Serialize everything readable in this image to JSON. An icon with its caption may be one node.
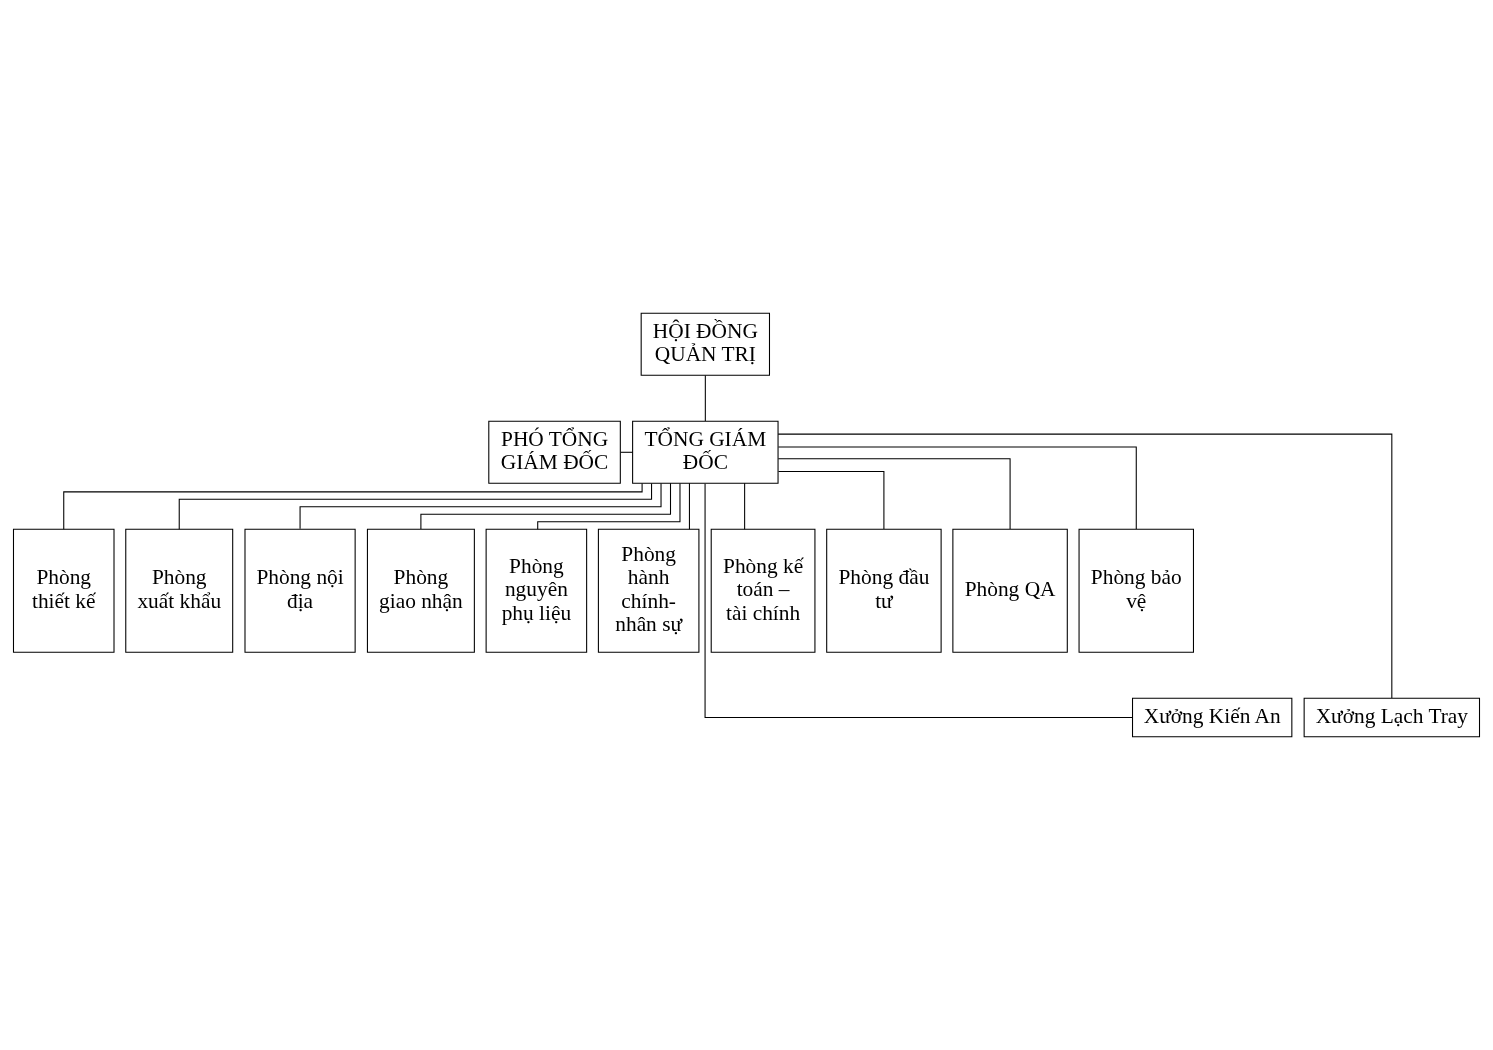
{
  "diagram": {
    "nodes": [
      {
        "text": [
          "HỘI ĐỒNG QUẢN TRỊ"
        ]
      },
      {
        "text": [
          "PHÓ TỔNG GIÁM ĐỐC"
        ]
      },
      {
        "text": [
          "TỔNG GIÁM ĐỐC"
        ]
      },
      {
        "text": [
          "Phòng thiết kế"
        ]
      },
      {
        "text": [
          "Phòng xuất khẩu"
        ]
      },
      {
        "text": [
          "Phòng nội địa"
        ]
      },
      {
        "text": [
          "Phòng giao nhận"
        ]
      },
      {
        "text": [
          "Phòng nguyên phụ liệu"
        ]
      },
      {
        "text": [
          "Phòng hành chính-nhân sự"
        ]
      },
      {
        "text": [
          "Phòng kế toán – tài chính"
        ]
      },
      {
        "text": [
          "Phòng đầu tư"
        ]
      },
      {
        "text": [
          "Phòng QA"
        ]
      },
      {
        "text": [
          "Phòng bảo vệ"
        ]
      },
      {
        "text": [
          "Xưởng Kiến An"
        ]
      },
      {
        "text": [
          "Xưởng Lạch Tray"
        ]
      }
    ],
    "edges": [
      {
        "from": 0,
        "to": 2,
        "arrow": "none"
      },
      {
        "from": 1,
        "to": 2,
        "arrow": "none"
      },
      {
        "from": 2,
        "to": 3,
        "arrow": "none"
      },
      {
        "from": 2,
        "to": 4,
        "arrow": "none"
      },
      {
        "from": 2,
        "to": 5,
        "arrow": "none"
      },
      {
        "from": 2,
        "to": 6,
        "arrow": "none"
      },
      {
        "from": 2,
        "to": 7,
        "arrow": "none"
      },
      {
        "from": 2,
        "to": 8,
        "arrow": "none"
      },
      {
        "from": 2,
        "to": 9,
        "arrow": "none"
      },
      {
        "from": 2,
        "to": 10,
        "arrow": "none"
      },
      {
        "from": 2,
        "to": 11,
        "arrow": "none"
      },
      {
        "from": 2,
        "to": 12,
        "arrow": "none"
      },
      {
        "from": 2,
        "to": 13,
        "arrow": "none"
      },
      {
        "from": 2,
        "to": 14,
        "arrow": "none"
      }
    ]
  }
}
